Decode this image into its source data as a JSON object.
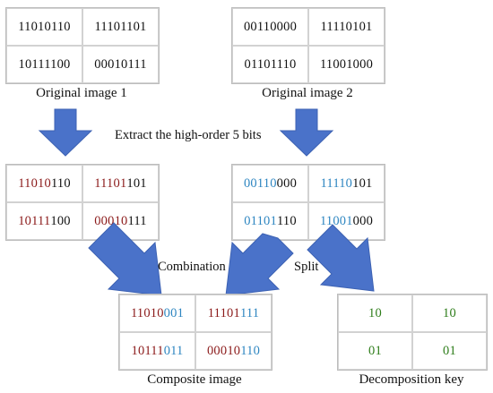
{
  "colors": {
    "red": "#8b1a1a",
    "blue": "#2e86c1",
    "green": "#2e7d1a",
    "dark": "#111111",
    "arrow": "#4a72c9"
  },
  "arrow_label": "Extract the high-order 5 bits",
  "combination_label": "Combination",
  "split_label": "Split",
  "original1": {
    "caption": "Original image 1",
    "cells": [
      "11010110",
      "11101101",
      "10111100",
      "00010111"
    ]
  },
  "original2": {
    "caption": "Original image 2",
    "cells": [
      "00110000",
      "11110101",
      "01101110",
      "11001000"
    ]
  },
  "extracted1": {
    "cells": [
      {
        "hi": "11010",
        "lo": "110"
      },
      {
        "hi": "11101",
        "lo": "101"
      },
      {
        "hi": "10111",
        "lo": "100"
      },
      {
        "hi": "00010",
        "lo": "111"
      }
    ]
  },
  "extracted2": {
    "cells": [
      {
        "hi": "00110",
        "lo": "000"
      },
      {
        "hi": "11110",
        "lo": "101"
      },
      {
        "hi": "01101",
        "lo": "110"
      },
      {
        "hi": "11001",
        "lo": "000"
      }
    ]
  },
  "composite": {
    "caption": "Composite image",
    "cells": [
      {
        "hi": "11010",
        "lo": "001"
      },
      {
        "hi": "11101",
        "lo": "111"
      },
      {
        "hi": "10111",
        "lo": "011"
      },
      {
        "hi": "00010",
        "lo": "110"
      }
    ]
  },
  "key": {
    "caption": "Decomposition key",
    "cells": [
      "10",
      "10",
      "01",
      "01"
    ]
  }
}
